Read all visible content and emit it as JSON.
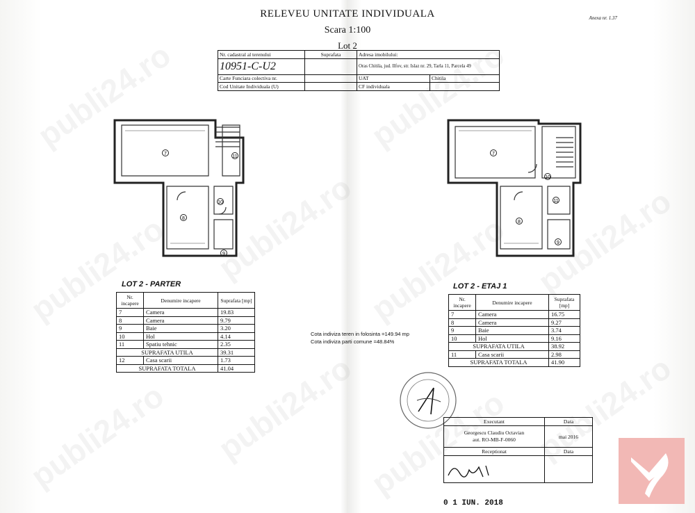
{
  "header": {
    "title": "RELEVEU UNITATE INDIVIDUALA",
    "scale": "Scara 1:100",
    "lot": "Lot 2",
    "annex": "Anexa nr. 1.37"
  },
  "cadastral": {
    "nr_label": "Nr. cadastral al terenului",
    "nr_value": "10951-C-U2",
    "surface_label": "Suprafata",
    "address_label": "Adresa imobilului:",
    "address_value": "Oras Chitila, jud. Ilfov, str. Islaz nr. 29, Tarla 11, Parcela 49",
    "cf_label": "Carte Funciara colectiva nr.",
    "code_label": "Cod Unitate Individuala (U)",
    "uat_label": "UAT",
    "uat_value": "Chitila",
    "cf_ind_label": "CF individuala"
  },
  "parter": {
    "title": "LOT 2 - PARTER",
    "col_nr": "Nr. incapere",
    "col_name": "Denumire incapere",
    "col_area": "Suprafata [mp]",
    "rows": [
      {
        "nr": "7",
        "name": "Camera",
        "area": "19.83"
      },
      {
        "nr": "8",
        "name": "Camera",
        "area": "9.79"
      },
      {
        "nr": "9",
        "name": "Baie",
        "area": "3.20"
      },
      {
        "nr": "10",
        "name": "Hol",
        "area": "4.14"
      },
      {
        "nr": "11",
        "name": "Spatiu tehnic",
        "area": "2.35"
      }
    ],
    "util_label": "SUPRAFATA UTILA",
    "util_value": "39.31",
    "extra": {
      "nr": "12",
      "name": "Casa scarii",
      "area": "1.73"
    },
    "total_label": "SUPRAFATA TOTALA",
    "total_value": "41.04"
  },
  "etaj": {
    "title": "LOT 2 - ETAJ 1",
    "col_nr": "Nr. incapere",
    "col_name": "Denumire incapere",
    "col_area": "Suprafata [mp]",
    "rows": [
      {
        "nr": "7",
        "name": "Camera",
        "area": "16.75"
      },
      {
        "nr": "8",
        "name": "Camera",
        "area": "9.27"
      },
      {
        "nr": "9",
        "name": "Baie",
        "area": "3.74"
      },
      {
        "nr": "10",
        "name": "Hol",
        "area": "9.16"
      }
    ],
    "util_label": "SUPRAFATA UTILA",
    "util_value": "38.92",
    "extra": {
      "nr": "11",
      "name": "Casa scarii",
      "area": "2.98"
    },
    "total_label": "SUPRAFATA TOTALA",
    "total_value": "41.90"
  },
  "notes": {
    "line1": "Cota indiviza teren in folosinta =149.94 mp",
    "line2": "Cota indiviza parti comune =48.84%"
  },
  "executant": {
    "label": "Executant",
    "date_label": "Data",
    "name": "Georgescu Claudiu Octavian",
    "auth": "aut. RO-MB-F-0060",
    "date": "mai 2016",
    "receptie_label": "Receptionat",
    "receptie_date_label": "Data"
  },
  "stamp_date": "0 1 IUN. 2018",
  "plan_labels": {
    "p_room7": "7",
    "p_room8": "8",
    "p_room9": "9",
    "p_room10": "10",
    "p_room11": "11",
    "e_room7": "7",
    "e_room8": "8",
    "e_room9": "9",
    "e_room10": "10",
    "e_room11": "11"
  },
  "watermark": "publi24.ro",
  "colors": {
    "logo": "#f2b8b5",
    "logo_mark": "#ffffff",
    "ink": "#111111"
  }
}
